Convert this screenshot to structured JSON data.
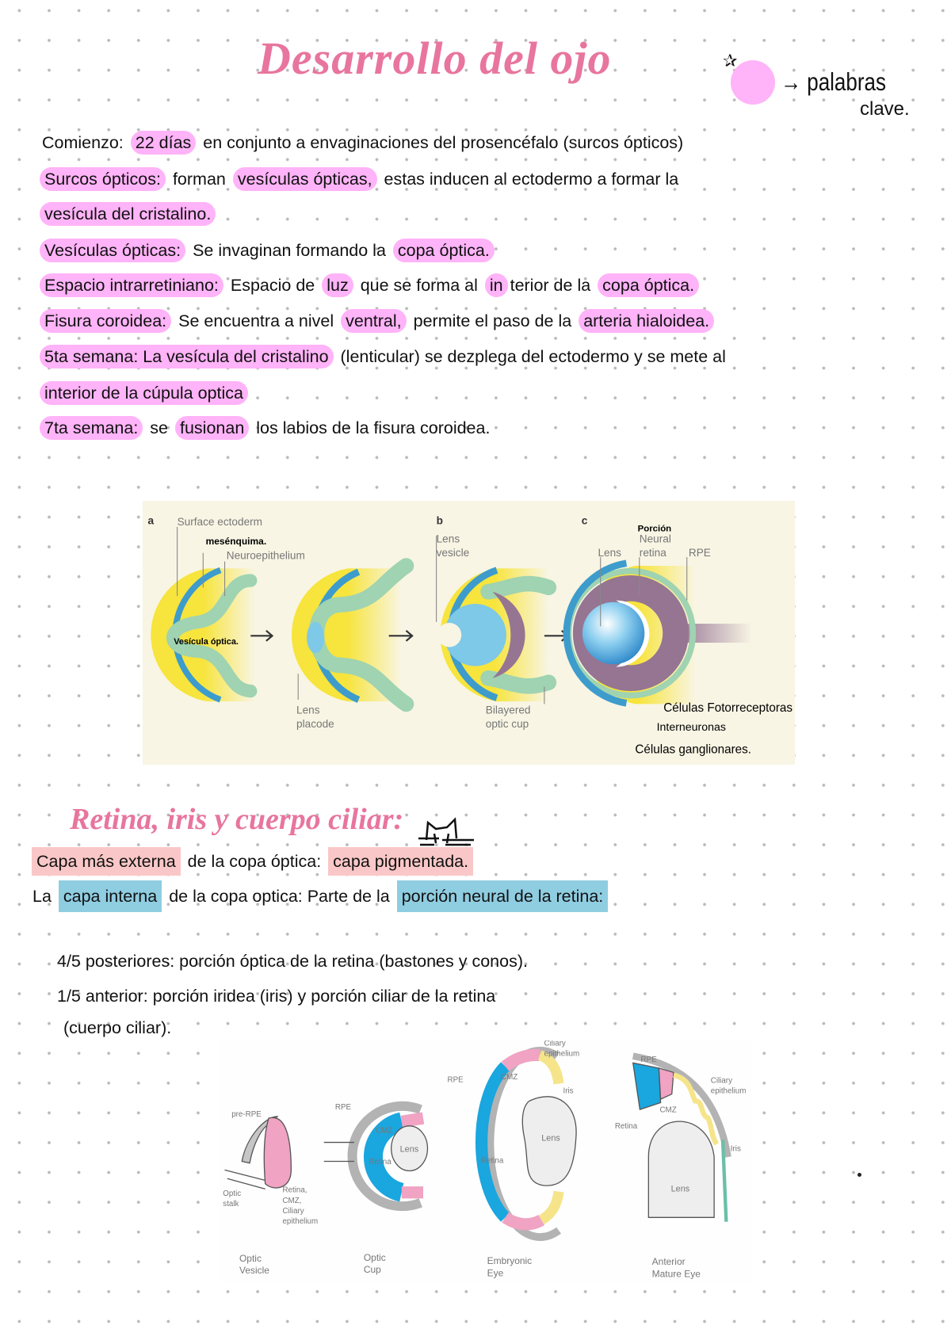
{
  "title": "Desarrollo del ojo",
  "legend": {
    "icon": "star-icon",
    "swatch_color": "#ffb3f8",
    "arrow": "→",
    "text1": "palabras",
    "text2": "clave."
  },
  "colors": {
    "title": "#e8759e",
    "highlight_pink": "#ffb3f8",
    "highlight_salmon": "#f9c7c7",
    "highlight_blue": "#8fcde1"
  },
  "lines": [
    {
      "segments": [
        {
          "t": "Comienzo: "
        },
        {
          "t": "22 días",
          "hl": "pink"
        },
        {
          "t": " en conjunto a envaginaciones del prosencéfalo (surcos ópticos)"
        }
      ]
    },
    {
      "segments": [
        {
          "t": "Surcos ópticos:",
          "hl": "pink"
        },
        {
          "t": " forman "
        },
        {
          "t": "vesículas ópticas,",
          "hl": "pink"
        },
        {
          "t": " estas inducen al ectodermo a formar la"
        }
      ]
    },
    {
      "segments": [
        {
          "t": "vesícula del cristalino.",
          "hl": "pink"
        }
      ]
    },
    {
      "segments": [
        {
          "t": "Vesículas ópticas:",
          "hl": "pink"
        },
        {
          "t": " Se invaginan formando la "
        },
        {
          "t": "copa óptica.",
          "hl": "pink"
        }
      ]
    },
    {
      "segments": [
        {
          "t": "Espacio intrarretiniano:",
          "hl": "pink"
        },
        {
          "t": " Espacio de "
        },
        {
          "t": "luz",
          "hl": "pink"
        },
        {
          "t": " que se forma al "
        },
        {
          "t": "in",
          "hl": "pink"
        },
        {
          "t": "terior de la "
        },
        {
          "t": "copa óptica.",
          "hl": "pink"
        }
      ]
    },
    {
      "segments": [
        {
          "t": "Fisura coroidea:",
          "hl": "pink"
        },
        {
          "t": " Se encuentra a nivel "
        },
        {
          "t": "ventral,",
          "hl": "pink"
        },
        {
          "t": " permite el paso de la "
        },
        {
          "t": "arteria hialoidea.",
          "hl": "pink"
        }
      ]
    },
    {
      "segments": [
        {
          "t": "5ta semana: La vesícula del cristalino",
          "hl": "pink"
        },
        {
          "t": " (lenticular) se dezplega del ectodermo y se mete al"
        }
      ]
    },
    {
      "segments": [
        {
          "t": "interior de la cúpula optica",
          "hl": "pink"
        }
      ]
    },
    {
      "segments": [
        {
          "t": "7ta semana:",
          "hl": "pink"
        },
        {
          "t": " se "
        },
        {
          "t": "fusionan",
          "hl": "pink"
        },
        {
          "t": " los labios de la fisura coroidea."
        }
      ]
    }
  ],
  "figure1": {
    "panel_a": "a",
    "panel_b": "b",
    "panel_c": "c",
    "surface_ectoderm": "Surface ectoderm",
    "mesenquima_note": "mesénquima.",
    "neuroepithelium": "Neuroepithelium",
    "vesicula_note": "Vesícula óptica.",
    "lens_placode": [
      "Lens",
      "placode"
    ],
    "lens_vesicle": [
      "Lens",
      "vesicle"
    ],
    "bilayered_optic_cup": [
      "Bilayered",
      "optic cup"
    ],
    "porcion_note": "Porción",
    "neural_retina": [
      "Neural",
      "retina"
    ],
    "lens": "Lens",
    "rpe": "RPE",
    "notes": [
      "Células Fotorreceptoras",
      "Interneuronas",
      "Células ganglionares."
    ]
  },
  "section2": {
    "heading": "Retina, iris y cuerpo ciliar:",
    "lines": [
      {
        "segments": [
          {
            "t": "Capa más externa",
            "hl": "salmon"
          },
          {
            "t": " de la copa óptica: "
          },
          {
            "t": "capa pigmentada.",
            "hl": "salmon"
          }
        ]
      },
      {
        "segments": [
          {
            "t": "La "
          },
          {
            "t": "capa interna",
            "hl": "blue"
          },
          {
            "t": " de la copa optica: Parte de la "
          },
          {
            "t": "porción neural de la retina:",
            "hl": "blue"
          }
        ]
      }
    ],
    "bullets": [
      "4/5 posteriores: porción óptica de la retina (bastones y conos).",
      "1/5 anterior: porción iridea (iris) y porción ciliar de la retina",
      "(cuerpo ciliar)."
    ]
  },
  "figure2": {
    "optic_vesicle": {
      "caption": [
        "Optic",
        "Vesicle"
      ],
      "pre_rpe": "pre-RPE",
      "optic_stalk": [
        "Optic",
        "stalk"
      ],
      "retina_cmz": [
        "Retina,",
        "CMZ,",
        "Ciliary",
        "epithelium"
      ]
    },
    "optic_cup": {
      "caption": [
        "Optic",
        "Cup"
      ],
      "rpe": "RPE",
      "cmz": "CMZ",
      "lens": "Lens",
      "retina": "Retina"
    },
    "embryonic_eye": {
      "caption": [
        "Embryonic",
        "Eye"
      ],
      "ciliary": [
        "Ciliary",
        "epithelium"
      ],
      "rpe": "RPE",
      "cmz": "CMZ",
      "iris": "Iris",
      "lens": "Lens",
      "retina": "Retina"
    },
    "mature_eye": {
      "caption": [
        "Anterior",
        "Mature Eye"
      ],
      "rpe": "RPE",
      "ciliary": [
        "Ciliary",
        "epithelium"
      ],
      "cmz": "CMZ",
      "retina": "Retina",
      "iris": "Iris",
      "lens": "Lens"
    }
  }
}
